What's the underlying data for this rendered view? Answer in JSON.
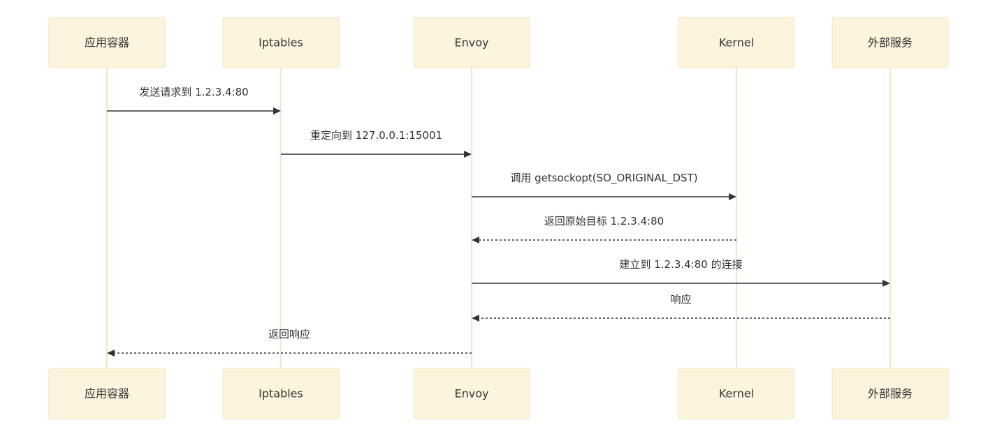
{
  "participants": [
    {
      "id": "app",
      "label": "应用容器"
    },
    {
      "id": "iptables",
      "label": "Iptables"
    },
    {
      "id": "envoy",
      "label": "Envoy"
    },
    {
      "id": "kernel",
      "label": "Kernel"
    },
    {
      "id": "external",
      "label": "外部服务"
    }
  ],
  "messages": [
    {
      "from": "app",
      "to": "iptables",
      "label": "发送请求到 1.2.3.4:80",
      "style": "solid"
    },
    {
      "from": "iptables",
      "to": "envoy",
      "label": "重定向到 127.0.0.1:15001",
      "style": "solid"
    },
    {
      "from": "envoy",
      "to": "kernel",
      "label": "调用 getsockopt(SO_ORIGINAL_DST)",
      "style": "solid"
    },
    {
      "from": "kernel",
      "to": "envoy",
      "label": "返回原始目标 1.2.3.4:80",
      "style": "dashed"
    },
    {
      "from": "envoy",
      "to": "external",
      "label": "建立到 1.2.3.4:80 的连接",
      "style": "solid"
    },
    {
      "from": "external",
      "to": "envoy",
      "label": "响应",
      "style": "dashed"
    },
    {
      "from": "envoy",
      "to": "app",
      "label": "返回响应",
      "style": "dashed"
    }
  ]
}
